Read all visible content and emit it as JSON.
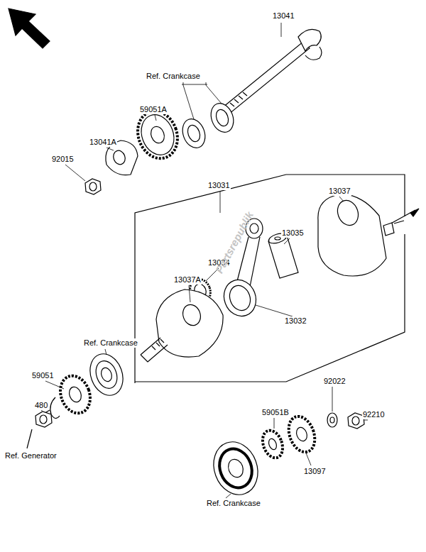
{
  "diagram": {
    "labels": [
      "13041",
      "Ref. Crankcase",
      "59051A",
      "13041A",
      "92015",
      "13031",
      "13037",
      "13035",
      "13034",
      "13037A",
      "13032",
      "Ref. Crankcase",
      "59051",
      "480",
      "Ref. Generator",
      "92022",
      "59051B",
      "92210",
      "13097",
      "Ref. Crankcase",
      "Partsrepublik"
    ]
  }
}
